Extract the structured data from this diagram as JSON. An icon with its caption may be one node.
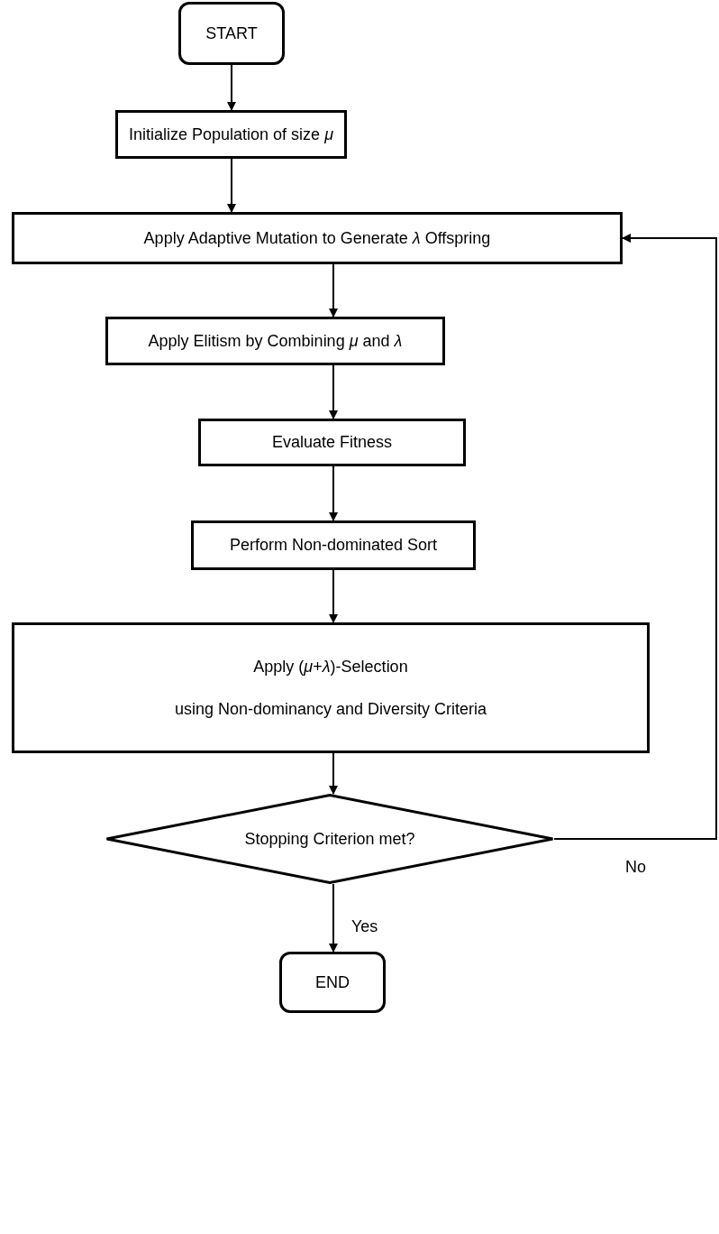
{
  "diagram": {
    "nodes": [
      {
        "text": [
          "START"
        ]
      },
      {
        "text": [
          "Initialize Population of size *μ*"
        ]
      },
      {
        "text": [
          "Apply Adaptive Mutation to Generate *λ* Offspring"
        ]
      },
      {
        "text": [
          "Apply Elitism by Combining *μ* and *λ*"
        ]
      },
      {
        "text": [
          "Evaluate Fitness"
        ]
      },
      {
        "text": [
          "Perform Non-dominated Sort"
        ]
      },
      {
        "text": [
          "Apply (*μ*+*λ*)-Selection",
          "using Non-dominancy and Diversity Criteria"
        ]
      },
      {
        "text": [
          "Stopping Criterion met?"
        ]
      },
      {
        "text": [
          "END"
        ]
      }
    ],
    "edges": [
      {
        "from": 0,
        "to": 1,
        "arrow": "to"
      },
      {
        "from": 1,
        "to": 2,
        "arrow": "to"
      },
      {
        "from": 2,
        "to": 3,
        "arrow": "to"
      },
      {
        "from": 3,
        "to": 4,
        "arrow": "to"
      },
      {
        "from": 4,
        "to": 5,
        "arrow": "to"
      },
      {
        "from": 5,
        "to": 6,
        "arrow": "to"
      },
      {
        "from": 6,
        "to": 7,
        "arrow": "to"
      },
      {
        "from": 7,
        "to": 8,
        "arrow": "to",
        "label": "Yes"
      },
      {
        "from": 7,
        "to": 2,
        "arrow": "to",
        "label": "No"
      }
    ]
  }
}
